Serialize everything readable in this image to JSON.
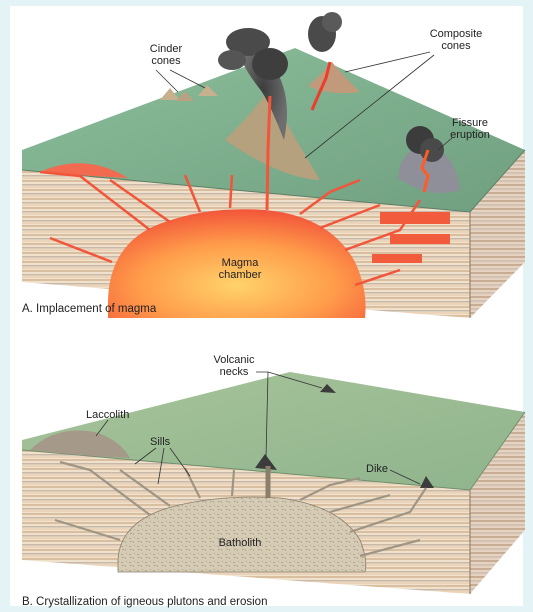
{
  "panel_a": {
    "caption": "A. Implacement of magma",
    "labels": {
      "cinder_1": "Cinder",
      "cinder_2": "cones",
      "composite_1": "Composite",
      "composite_2": "cones",
      "fissure_1": "Fissure",
      "fissure_2": "eruption",
      "magma_1": "Magma",
      "magma_2": "chamber"
    }
  },
  "panel_b": {
    "caption": "B. Crystallization of igneous plutons and erosion",
    "labels": {
      "necks_1": "Volcanic",
      "necks_2": "necks",
      "laccolith": "Laccolith",
      "sills": "Sills",
      "dike": "Dike",
      "batholith": "Batholith"
    }
  },
  "colors": {
    "background": "#e4f3f6",
    "surface_green": "#7fae8f",
    "magma": "#f2553a",
    "batholith": "#d8cdb8",
    "strata": "#e9d6bf"
  }
}
